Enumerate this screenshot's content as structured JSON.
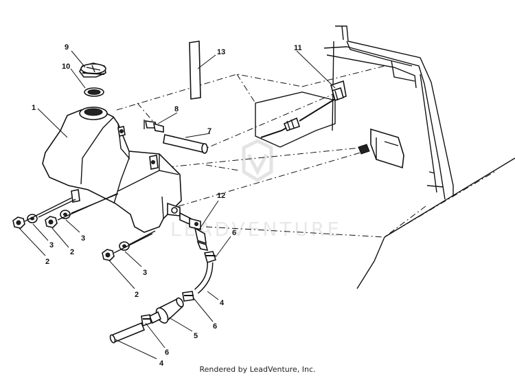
{
  "watermark": {
    "brand_text": "LEADVENTURE"
  },
  "callouts": [
    {
      "label": "1"
    },
    {
      "label": "2"
    },
    {
      "label": "2"
    },
    {
      "label": "2"
    },
    {
      "label": "3"
    },
    {
      "label": "3"
    },
    {
      "label": "3"
    },
    {
      "label": "4"
    },
    {
      "label": "4"
    },
    {
      "label": "5"
    },
    {
      "label": "6"
    },
    {
      "label": "6"
    },
    {
      "label": "6"
    },
    {
      "label": "7"
    },
    {
      "label": "8"
    },
    {
      "label": "9"
    },
    {
      "label": "10"
    },
    {
      "label": "11"
    },
    {
      "label": "12"
    },
    {
      "label": "13"
    }
  ],
  "footer": {
    "credit": "Rendered by LeadVenture, Inc."
  }
}
